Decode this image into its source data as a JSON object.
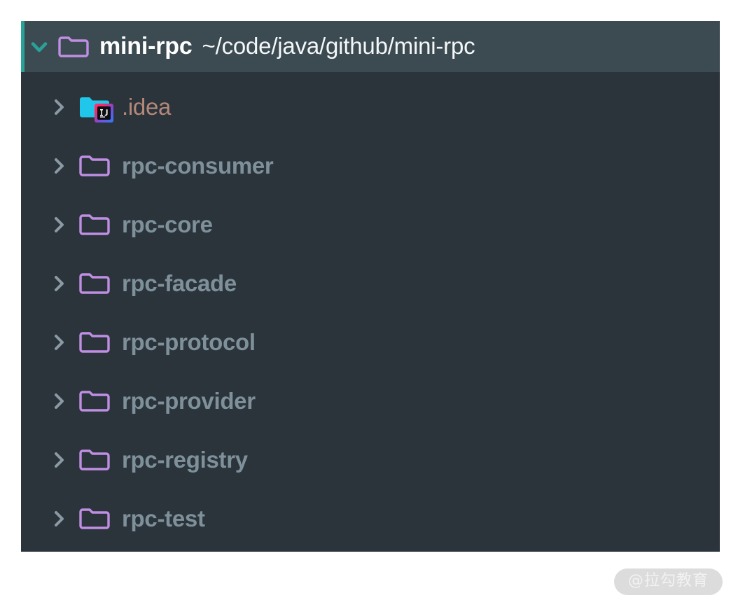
{
  "panel": {
    "name": "project-tree",
    "background_color": "#2b333b",
    "header_background_color": "#3c4a52",
    "selection_bar_color": "#2aa198"
  },
  "root": {
    "chevron_icon": "chevron-down-icon",
    "folder_icon": "folder-icon",
    "name": "mini-rpc",
    "path": "~/code/java/github/mini-rpc",
    "expanded": true,
    "selected": true,
    "name_color": "#ffffff",
    "path_color": "#f4f7f8",
    "folder_color": "#c08fe3"
  },
  "tree": {
    "chevron_icon": "chevron-right-icon",
    "folder_icon": "folder-icon",
    "folder_color": "#c08fe3",
    "label_color": "#7e9099",
    "excluded_label_color": "#b4897a",
    "items": [
      {
        "label": ".idea",
        "icon": "folder-idea-icon",
        "icon_color": "#21c7ea",
        "badge_icon": "intellij-idea-badge-icon",
        "excluded": true,
        "expanded": false
      },
      {
        "label": "rpc-consumer",
        "icon": "folder-icon",
        "excluded": false,
        "expanded": false
      },
      {
        "label": "rpc-core",
        "icon": "folder-icon",
        "excluded": false,
        "expanded": false
      },
      {
        "label": "rpc-facade",
        "icon": "folder-icon",
        "excluded": false,
        "expanded": false
      },
      {
        "label": "rpc-protocol",
        "icon": "folder-icon",
        "excluded": false,
        "expanded": false
      },
      {
        "label": "rpc-provider",
        "icon": "folder-icon",
        "excluded": false,
        "expanded": false
      },
      {
        "label": "rpc-registry",
        "icon": "folder-icon",
        "excluded": false,
        "expanded": false
      },
      {
        "label": "rpc-test",
        "icon": "folder-icon",
        "excluded": false,
        "expanded": false
      }
    ]
  },
  "watermark": {
    "text": "@拉勾教育",
    "background_color": "#dcdcdc",
    "text_color": "#f2f2f2"
  }
}
